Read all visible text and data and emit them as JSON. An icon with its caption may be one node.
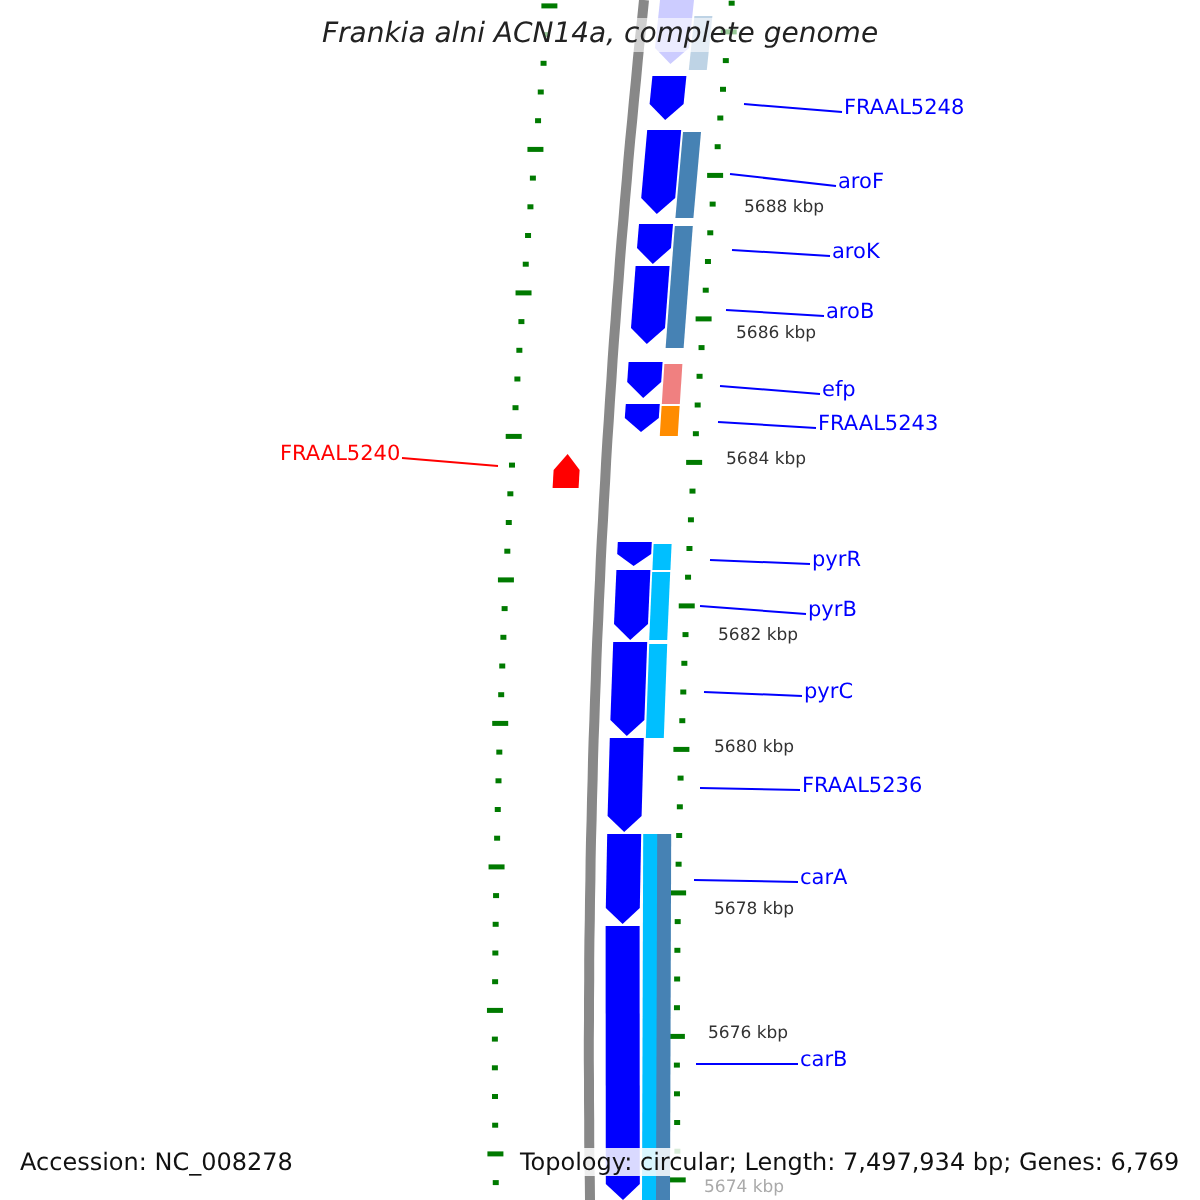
{
  "diagram": {
    "title": "Frankia alni ACN14a, complete genome",
    "nodes": [
      {
        "text": [
          "FRAAL5248"
        ]
      },
      {
        "text": [
          "aroF"
        ]
      },
      {
        "text": [
          "aroK"
        ]
      },
      {
        "text": [
          "aroB"
        ]
      },
      {
        "text": [
          "efp"
        ]
      },
      {
        "text": [
          "FRAAL5243"
        ]
      },
      {
        "text": [
          "FRAAL5240"
        ]
      },
      {
        "text": [
          "pyrR"
        ]
      },
      {
        "text": [
          "pyrB"
        ]
      },
      {
        "text": [
          "pyrC"
        ]
      },
      {
        "text": [
          "FRAAL5236"
        ]
      },
      {
        "text": [
          "carA"
        ]
      },
      {
        "text": [
          "carB"
        ]
      }
    ],
    "edges": [
      {
        "from": 0,
        "to": null,
        "arrow": "none"
      },
      {
        "from": 1,
        "to": null,
        "arrow": "none"
      },
      {
        "from": 2,
        "to": null,
        "arrow": "none"
      },
      {
        "from": 3,
        "to": null,
        "arrow": "none"
      },
      {
        "from": 4,
        "to": null,
        "arrow": "none"
      },
      {
        "from": 5,
        "to": null,
        "arrow": "none"
      },
      {
        "from": 6,
        "to": null,
        "arrow": "none",
        "color": "#ff0000"
      },
      {
        "from": 7,
        "to": null,
        "arrow": "none"
      },
      {
        "from": 8,
        "to": null,
        "arrow": "none"
      },
      {
        "from": 9,
        "to": null,
        "arrow": "none"
      },
      {
        "from": 10,
        "to": null,
        "arrow": "none"
      },
      {
        "from": 11,
        "to": null,
        "arrow": "none"
      },
      {
        "from": 12,
        "to": null,
        "arrow": "none"
      }
    ],
    "labels": [
      "5688 kbp",
      "5686 kbp",
      "5684 kbp",
      "5682 kbp",
      "5680 kbp",
      "5678 kbp",
      "5676 kbp",
      "Accession: NC_008278",
      "Topology: circular; Length: 7,497,934 bp; Genes: 6,769",
      "5674 kbp"
    ]
  }
}
